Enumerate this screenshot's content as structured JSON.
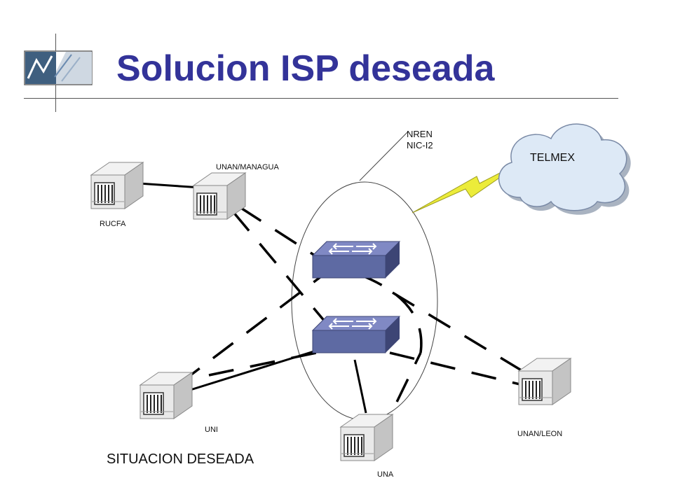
{
  "title": "Solucion ISP deseada",
  "colors": {
    "title": "#333399",
    "switch": "#5e6aa3",
    "cloud": "#dde9f6",
    "bolt": "#ecec3a"
  },
  "diagram": {
    "caption": "SITUACION DESEADA",
    "cluster_label_line1": "NREN",
    "cluster_label_line2": "NIC-I2",
    "cloud_label": "TELMEX",
    "nodes": {
      "rucfa": "RUCFA",
      "unan_managua": "UNAN/MANAGUA",
      "uni": "UNI",
      "una": "UNA",
      "unan_leon": "UNAN/LEON"
    },
    "icons": [
      "server-icon",
      "switch-icon",
      "cloud-icon",
      "lightning-icon"
    ]
  }
}
